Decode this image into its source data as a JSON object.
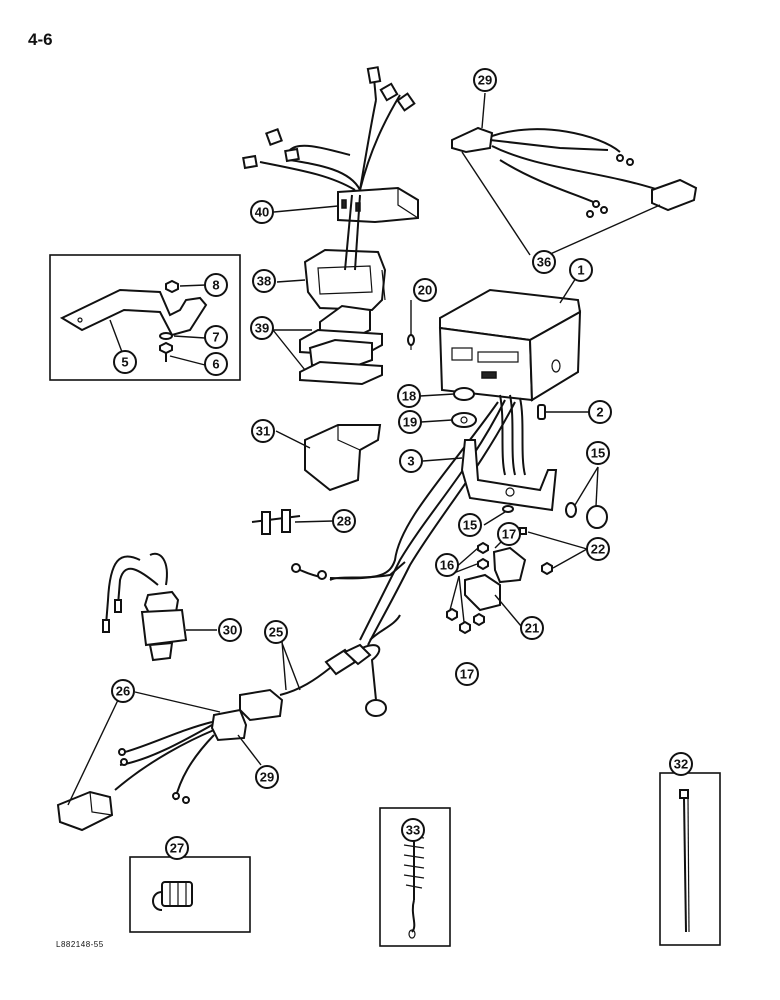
{
  "page": {
    "number_label": "4-6",
    "document_code": "L882148-55"
  },
  "callouts": {
    "c1": "1",
    "c2": "2",
    "c3": "3",
    "c5": "5",
    "c6": "6",
    "c7": "7",
    "c8": "8",
    "c15a": "15",
    "c15b": "15",
    "c16": "16",
    "c17a": "17",
    "c17b": "17",
    "c18": "18",
    "c19": "19",
    "c20": "20",
    "c21": "21",
    "c22": "22",
    "c25": "25",
    "c26": "26",
    "c27": "27",
    "c28": "28",
    "c29a": "29",
    "c29b": "29",
    "c30": "30",
    "c31": "31",
    "c32": "32",
    "c33": "33",
    "c36": "36",
    "c38": "38",
    "c39": "39",
    "c40": "40"
  }
}
